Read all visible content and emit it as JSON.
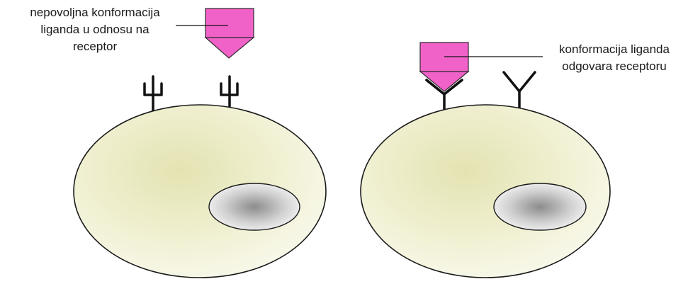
{
  "labels": {
    "left": {
      "line1": "nepovoljna konformacija",
      "line2": "liganda u odnosu na",
      "line3": "receptor"
    },
    "right": {
      "line1": "konformacija liganda",
      "line2": "odgovara receptoru"
    }
  },
  "colors": {
    "ligand": "#f062c8",
    "ligand_stroke": "#2a2a2a",
    "receptor": "#111111",
    "cell_fill_center": "#e6e6b8",
    "cell_fill_edge": "#f7f7e6",
    "nucleus_center": "#8a8a8a",
    "nucleus_edge": "#f2f2f2",
    "outline": "#1a1a1a"
  }
}
